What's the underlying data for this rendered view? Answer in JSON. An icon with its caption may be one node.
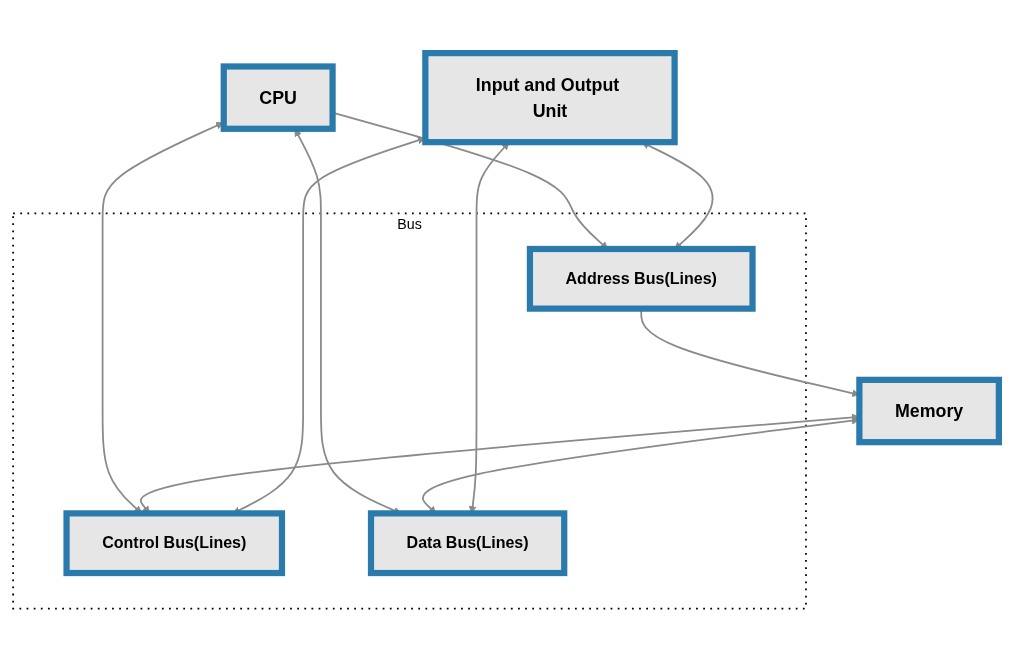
{
  "diagram": {
    "nodes": [
      {
        "text": [
          "CPU"
        ]
      },
      {
        "text": [
          "Memory"
        ]
      },
      {
        "text": [
          "Input and Output Unit"
        ]
      },
      {
        "text": [
          "Bus"
        ]
      },
      {
        "text": [
          "Control Bus(Lines)"
        ],
        "in": 3
      },
      {
        "text": [
          "Address Bus(Lines)"
        ],
        "in": 3
      },
      {
        "text": [
          "Data Bus(Lines)"
        ],
        "in": 3
      }
    ],
    "edges": [
      {
        "from": 0,
        "to": 6,
        "arrow": "both"
      },
      {
        "from": 0,
        "to": 5,
        "arrow": "to"
      },
      {
        "from": 0,
        "to": 4,
        "arrow": "both"
      },
      {
        "from": 1,
        "to": 6,
        "arrow": "both"
      },
      {
        "from": 5,
        "to": 1,
        "arrow": "to"
      },
      {
        "from": 1,
        "to": 4,
        "arrow": "both"
      },
      {
        "from": 2,
        "to": 6,
        "arrow": "both"
      },
      {
        "from": 2,
        "to": 5,
        "arrow": "both"
      },
      {
        "from": 2,
        "to": 4,
        "arrow": "both"
      }
    ]
  }
}
